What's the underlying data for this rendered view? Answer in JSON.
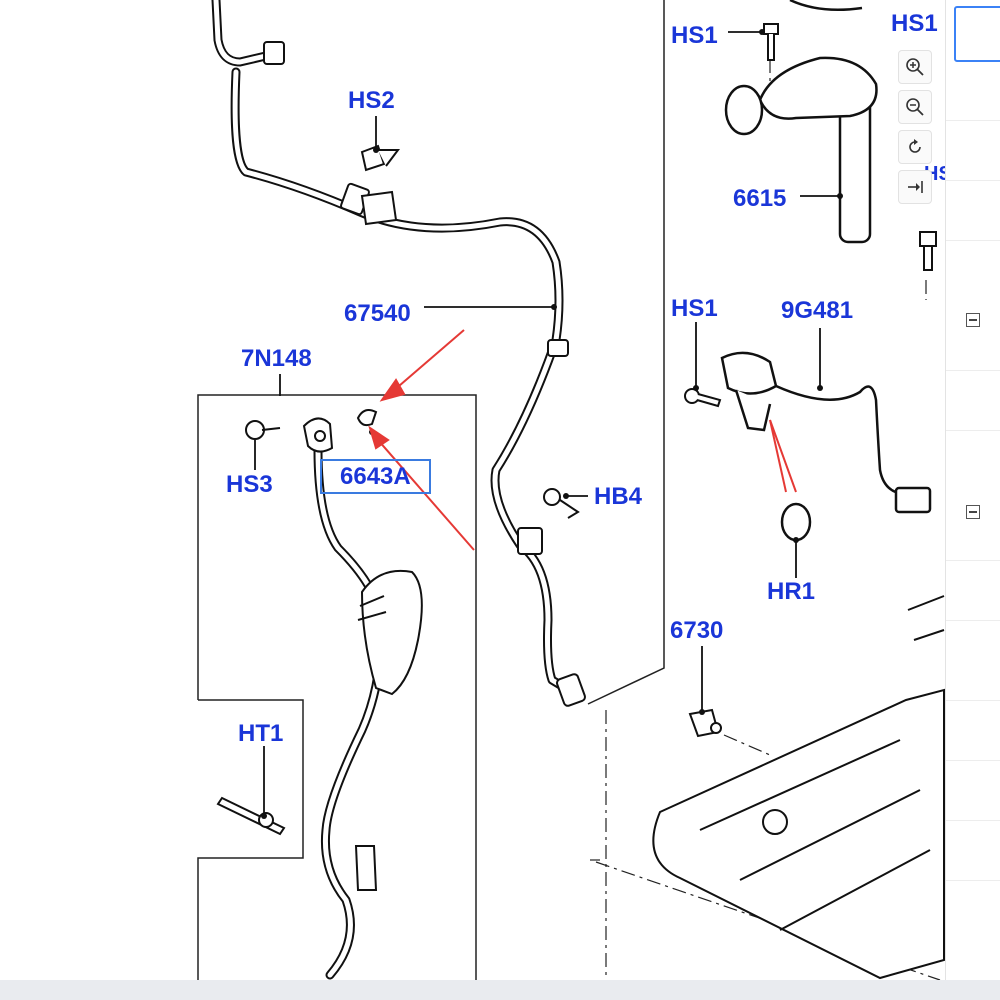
{
  "labels": {
    "hs1_top_center": "HS1",
    "hs1_top_right": "HS1",
    "hs2": "HS2",
    "p6615": "6615",
    "p67540": "67540",
    "hs1_mid": "HS1",
    "p9g481": "9G481",
    "p7n148": "7N148",
    "p6643a": "6643A",
    "hs3": "HS3",
    "hb4": "HB4",
    "hr1": "HR1",
    "p6730": "6730",
    "ht1": "HT1",
    "partial_hs": "HS"
  },
  "toolbar": {
    "zoom_in_icon": "zoom-in-icon",
    "zoom_out_icon": "zoom-out-icon",
    "rotate_icon": "rotate-icon",
    "fit_icon": "fit-to-width-icon"
  },
  "colors": {
    "callout_text": "#1a36d8",
    "arrow": "#e53935",
    "highlight_box": "#3a7be0",
    "line_art": "#111111"
  }
}
